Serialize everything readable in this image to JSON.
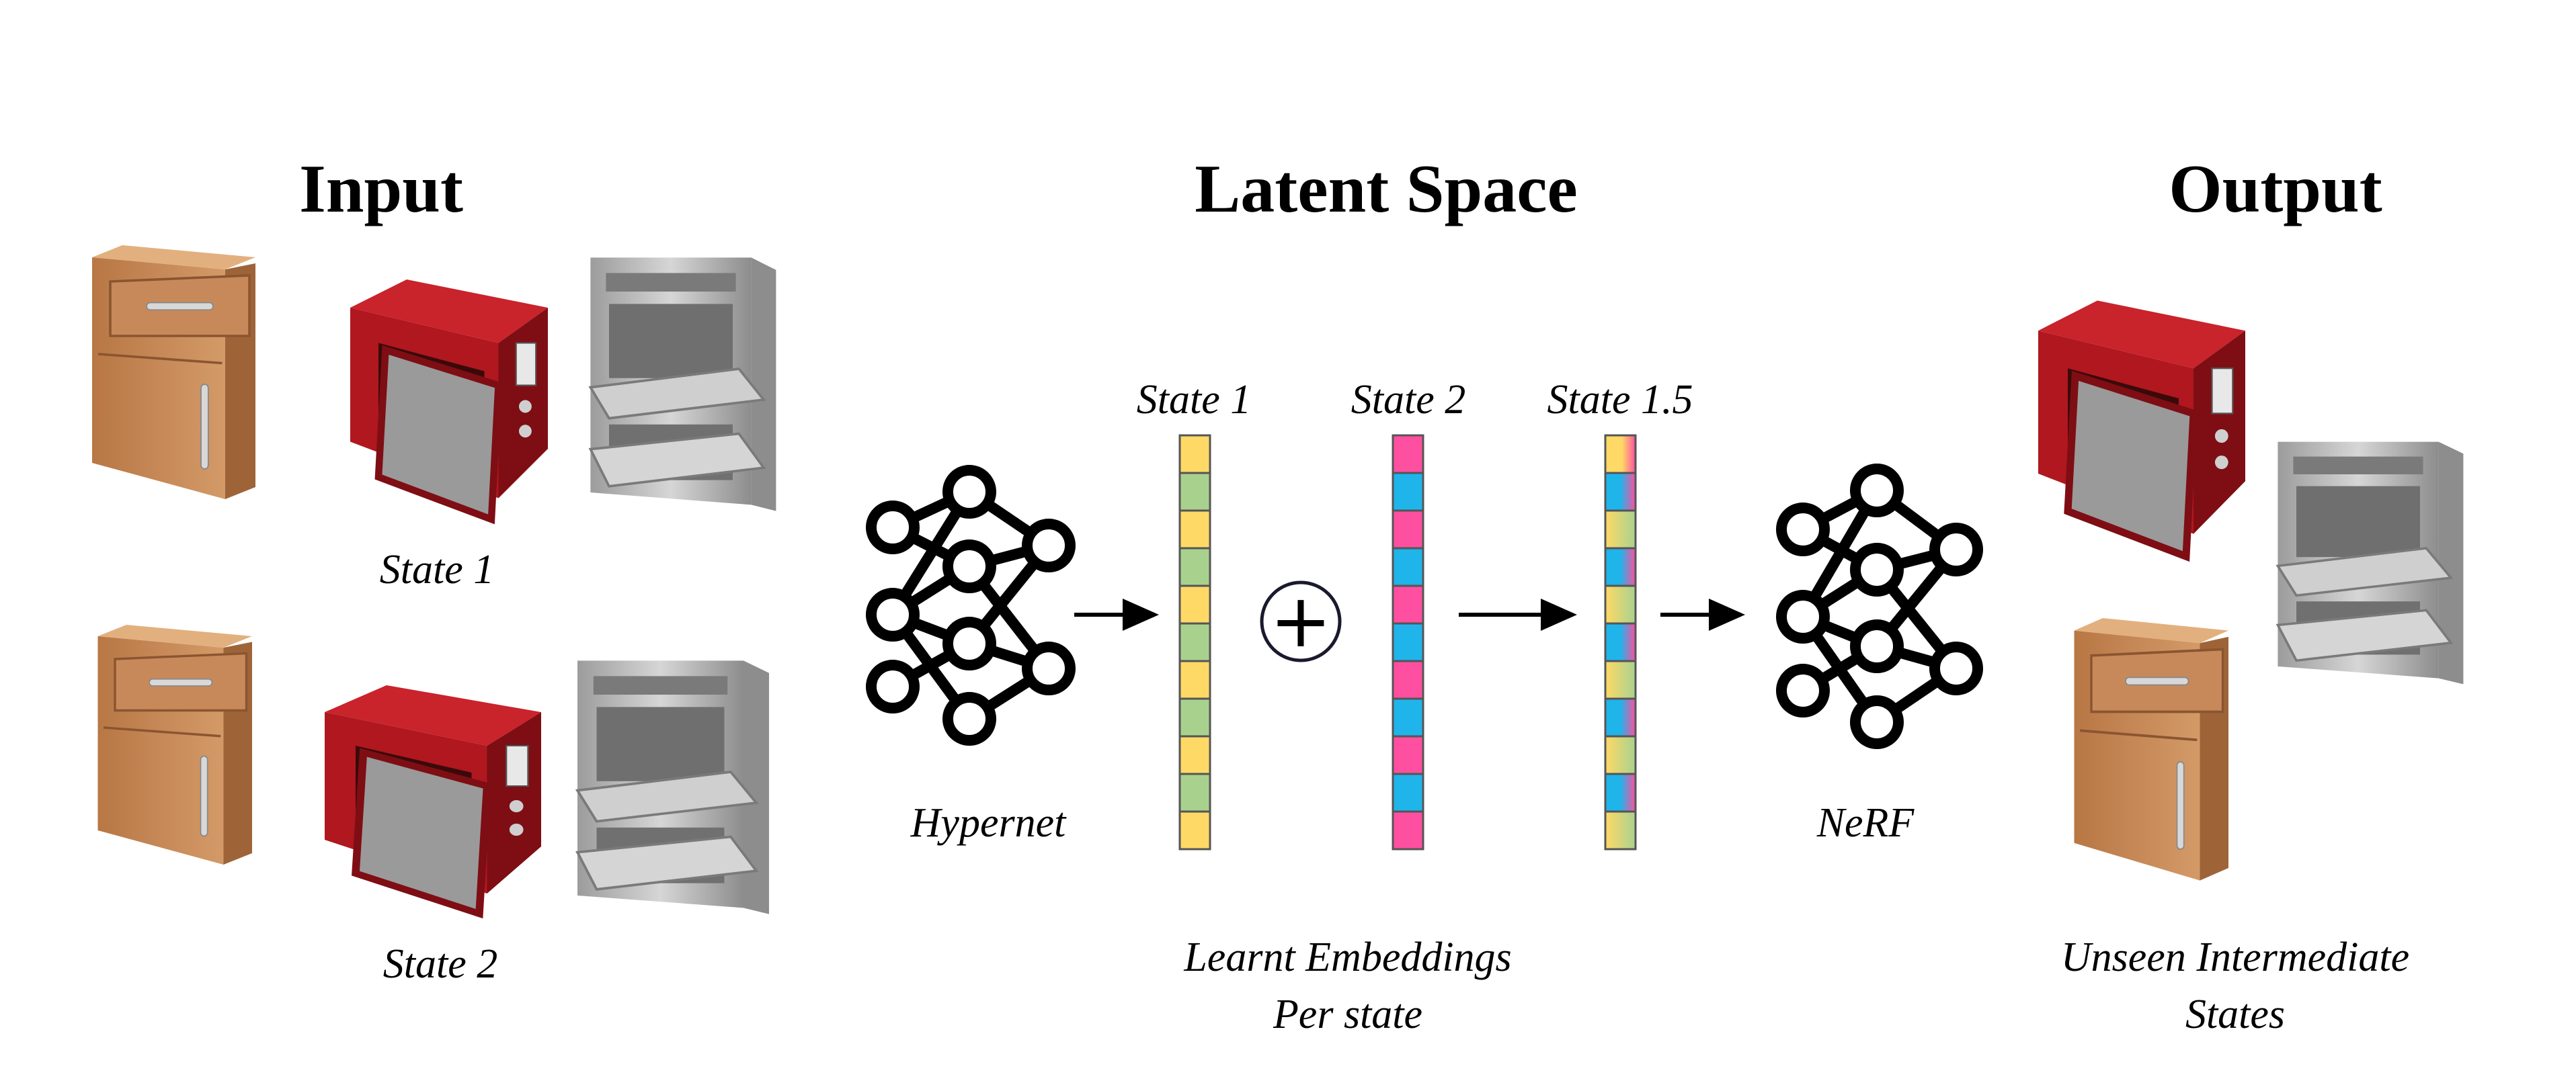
{
  "headers": {
    "input": "Input",
    "latent": "Latent Space",
    "output": "Output"
  },
  "input_captions": {
    "state1": "State 1",
    "state2": "State 2"
  },
  "network_labels": {
    "hypernet": "Hypernet",
    "nerf": "NeRF"
  },
  "embedding_labels": {
    "state1": "State 1",
    "state2": "State 2",
    "state15": "State 1.5"
  },
  "operator_symbol": "+",
  "embedding_caption": {
    "line1": "Learnt Embeddings",
    "line2": "Per state"
  },
  "output_caption": {
    "line1": "Unseen Intermediate",
    "line2": "States"
  },
  "objects": {
    "input_row1": [
      "cabinet",
      "microwave",
      "oven"
    ],
    "input_row2": [
      "cabinet",
      "microwave",
      "oven"
    ],
    "output": [
      "microwave",
      "oven",
      "cabinet"
    ]
  },
  "embeddings": {
    "state1": [
      "yellow",
      "green",
      "yellow",
      "green",
      "yellow",
      "green",
      "yellow",
      "green",
      "yellow",
      "green",
      "yellow"
    ],
    "state2": [
      "pink",
      "blue",
      "pink",
      "blue",
      "pink",
      "blue",
      "pink",
      "blue",
      "pink",
      "blue",
      "pink"
    ],
    "state15": [
      "yellow-pink",
      "blue-pink",
      "yellow-green",
      "blue-pink",
      "yellow-green",
      "blue-pink",
      "yellow-green",
      "blue-pink",
      "yellow-green",
      "blue-pink",
      "yellow-green"
    ]
  },
  "colors": {
    "yellow": "#FFD966",
    "green": "#A9D18E",
    "pink": "#FF4FA0",
    "blue": "#1FB4EA",
    "wood": "#C8895A",
    "wood_dark": "#9E6438",
    "wood_light": "#E2B07E",
    "microwave_red": "#B0171F",
    "microwave_dark": "#7E0E14",
    "metal": "#B8B8B8",
    "metal_dark": "#7A7A7A"
  }
}
